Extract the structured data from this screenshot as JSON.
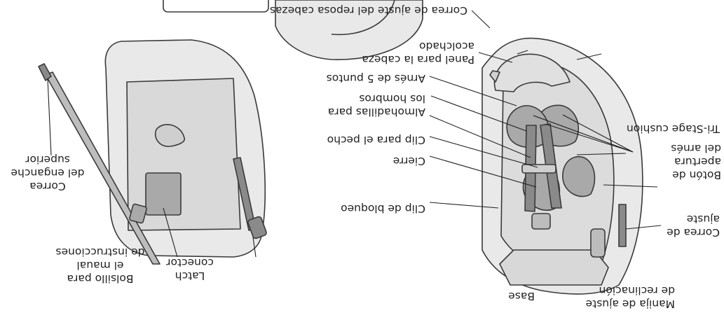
{
  "labels": {
    "latch": [
      "Latch",
      "conector"
    ],
    "pocket": [
      "Bolsillo para",
      "el maual",
      "de instrucciones"
    ],
    "tether": [
      "Correa",
      "del enganche",
      "superior"
    ],
    "base": [
      "Base"
    ],
    "recline_handle": [
      "Manija de ajuste",
      "de reclinación"
    ],
    "adjust_strap": [
      "Correa de",
      "ajuste"
    ],
    "lock_clip": [
      "Clip de bloqueo"
    ],
    "buckle": [
      "Cierre"
    ],
    "chest_clip": [
      "Clip para el pecho"
    ],
    "shoulder_pads": [
      "Almohadillas para",
      "los hombros"
    ],
    "harness": [
      "Arnés de 5 puntos"
    ],
    "head_panel": [
      "Panel para la cabeza",
      "acolchado"
    ],
    "headrest_strap": [
      "Correa de ajuste del reposa cabezas"
    ],
    "release_button": [
      "Botón de",
      "apertura",
      "del arnés"
    ],
    "cushion": [
      "Tri-Stage cushion"
    ]
  },
  "colors": {
    "seat_fill": "#e9e9e9",
    "seat_mid": "#cfcfcf",
    "cushion_fill": "#a9a9a9",
    "strap_fill": "#8a8a8a",
    "outline": "#3a3a3a"
  }
}
